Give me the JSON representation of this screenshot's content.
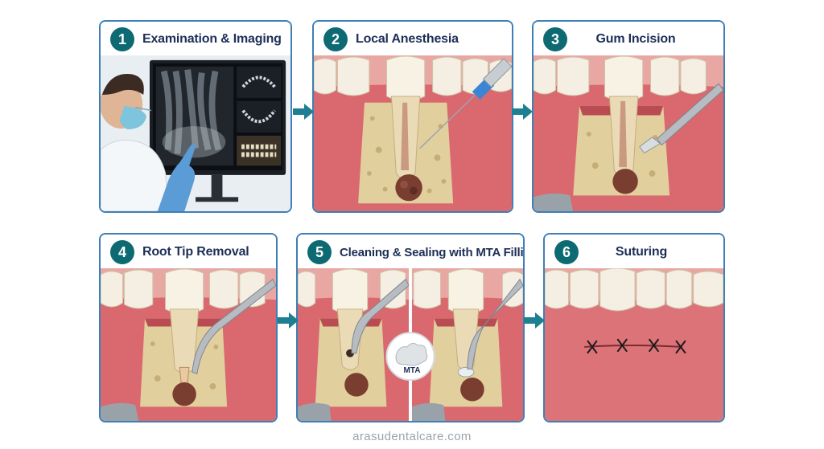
{
  "steps": [
    {
      "number": "1",
      "title": "Examination & Imaging"
    },
    {
      "number": "2",
      "title": "Local Anesthesia"
    },
    {
      "number": "3",
      "title": "Gum Incision"
    },
    {
      "number": "4",
      "title": "Root Tip Removal"
    },
    {
      "number": "5",
      "title": "Cleaning & Sealing with MTA Filling"
    },
    {
      "number": "6",
      "title": "Suturing"
    }
  ],
  "mta_label": "MTA",
  "footer": "arasudentalcare.com",
  "colors": {
    "border": "#3e7fb6",
    "badge": "#0d6a72",
    "title": "#1d2f57",
    "arrow": "#1f7f92",
    "gum": "#d9696f",
    "bone": "#e2cf9e",
    "tooth": "#f4efe2",
    "lesion": "#7a3e30"
  }
}
